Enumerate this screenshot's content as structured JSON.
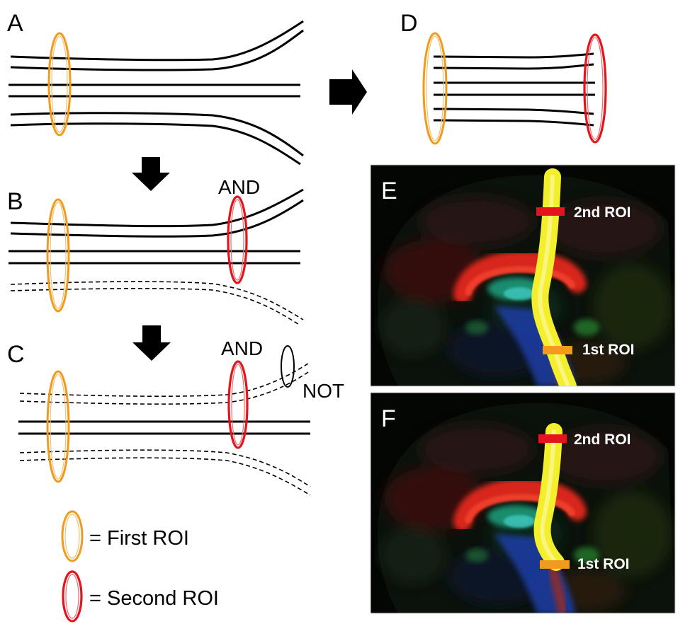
{
  "panels": {
    "a": "A",
    "b": "B",
    "c": "C",
    "d": "D",
    "e": "E",
    "f": "F"
  },
  "operators": {
    "and_b": "AND",
    "and_c": "AND",
    "not_c": "NOT"
  },
  "legend": {
    "first_roi": "= First ROI",
    "second_roi": "= Second ROI"
  },
  "brain_labels": {
    "e_second": "2nd ROI",
    "e_first": "1st ROI",
    "f_second": "2nd ROI",
    "f_first": "1st ROI"
  },
  "colors": {
    "first_roi": "#f09a1e",
    "second_roi": "#e3141e",
    "tract": "#f3ef2c",
    "background": "#050705"
  }
}
